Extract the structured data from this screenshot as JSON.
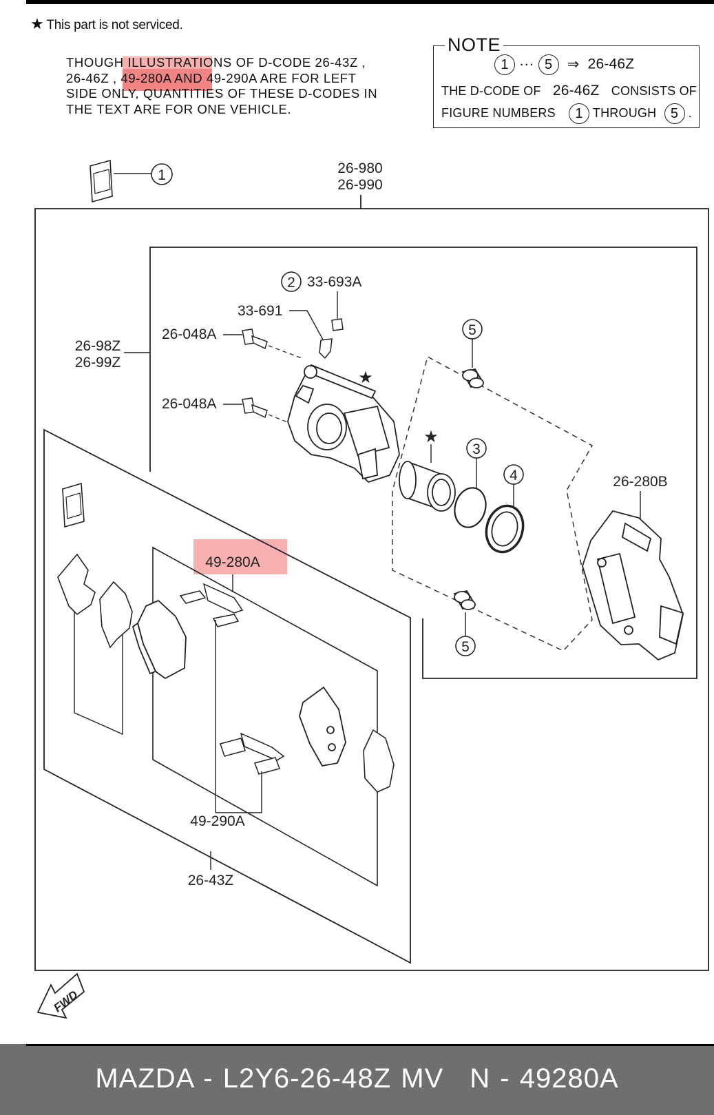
{
  "header": {
    "star_glyph": "★",
    "serviced_note": "This part is not serviced."
  },
  "paragraph": {
    "line1": "THOUGH ILLUSTRATIONS OF D-CODE 26-43Z ,",
    "line2": "26-46Z , 49-280A AND 49-290A ARE FOR LEFT",
    "line3": "SIDE ONLY, QUANTITIES OF THESE D-CODES IN",
    "line4": "THE TEXT ARE FOR ONE VEHICLE."
  },
  "note": {
    "title": "NOTE",
    "range_start": "1",
    "ellipsis": "···",
    "range_end": "5",
    "arrow": "⇒",
    "target_code": "26-46Z",
    "line2_prefix": "THE D-CODE OF",
    "line2_code": "26-46Z",
    "line2_suffix": "CONSISTS OF",
    "line3_prefix": "FIGURE NUMBERS",
    "line3_from": "1",
    "line3_mid": "THROUGH",
    "line3_to": "5",
    "line3_end": "."
  },
  "labels": {
    "fig1": "1",
    "fig2": "2",
    "fig3": "3",
    "fig4": "4",
    "fig5": "5",
    "code_26980": "26-980",
    "code_26990": "26-990",
    "code_33693a": "33-693A",
    "code_33691": "33-691",
    "code_26048a": "26-048A",
    "code_2698z": "26-98Z",
    "code_2699z": "26-99Z",
    "code_26280b": "26-280B",
    "code_49280a": "49-280A",
    "code_49290a": "49-290A",
    "code_2643z": "26-43Z",
    "fwd": "FWD",
    "star": "★"
  },
  "highlight_color": "#eb5050",
  "footer": {
    "part_number": "MAZDA - L2Y6-26-48Z MV",
    "catalog_number": "N - 49280A"
  }
}
